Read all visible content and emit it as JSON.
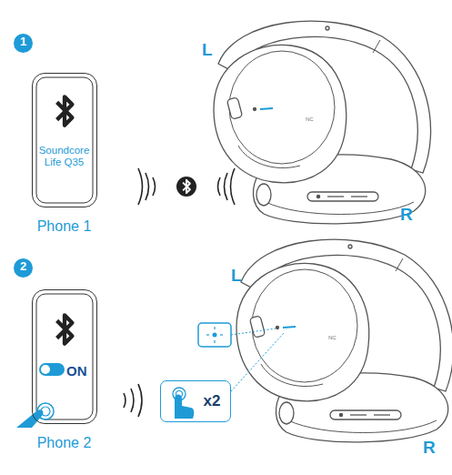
{
  "diagram": {
    "nodes": [
      {
        "text": [
          "1"
        ]
      },
      {
        "text": [
          "Soundcore Life Q35",
          "Phone 1"
        ]
      },
      {
        "text": [
          "2"
        ]
      },
      {
        "text": [
          "ON",
          "Phone 2"
        ]
      },
      {
        "text": [
          "x2"
        ]
      }
    ],
    "labels": [
      "L",
      "R",
      "NC",
      "L",
      "R",
      "NC"
    ]
  }
}
